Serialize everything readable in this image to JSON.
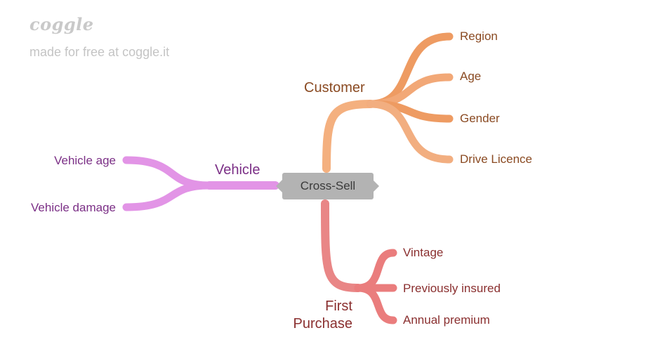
{
  "watermark": {
    "logo": "coggle",
    "tagline": "made for free at coggle.it"
  },
  "root": {
    "label": "Cross-Sell"
  },
  "branches": {
    "customer": {
      "label": "Customer",
      "color": "#f0a572",
      "items": [
        "Region",
        "Age",
        "Gender",
        "Drive Licence"
      ],
      "text_color": "#8a4a22"
    },
    "vehicle": {
      "label": "Vehicle",
      "color": "#e294e6",
      "items": [
        "Vehicle age",
        "Vehicle damage"
      ],
      "text_color": "#7b2f86"
    },
    "first_purchase": {
      "label_line1": "First",
      "label_line2": "Purchase",
      "color": "#ea7d7d",
      "items": [
        "Vintage",
        "Previously insured",
        "Annual premium"
      ],
      "text_color": "#8a2f2f"
    }
  },
  "colors": {
    "root_box": "#b3b3b3",
    "watermark": "#c4c4c4"
  }
}
